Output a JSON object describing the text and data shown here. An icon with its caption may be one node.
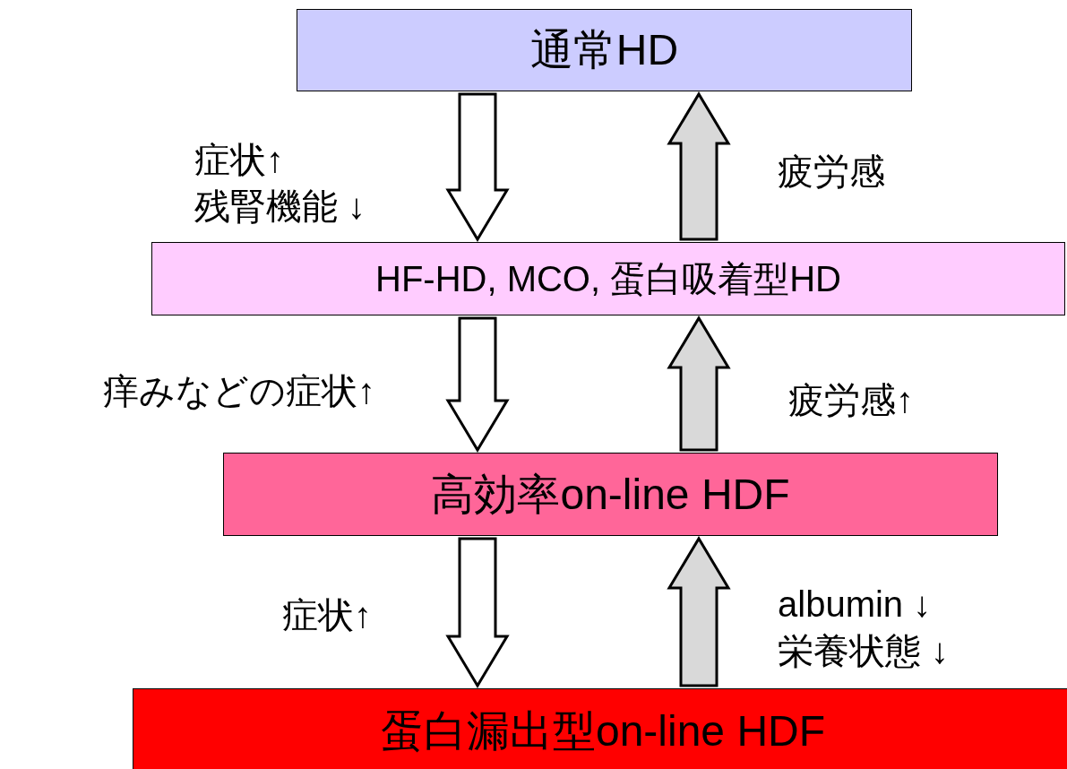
{
  "diagram": {
    "nodes": [
      {
        "text": [
          "通常HD"
        ]
      },
      {
        "text": [
          "HF-HD, MCO, 蛋白吸着型HD"
        ]
      },
      {
        "text": [
          "高効率on-line HDF"
        ]
      },
      {
        "text": [
          "蛋白漏出型on-line HDF"
        ]
      }
    ],
    "edges": [
      {
        "from": 0,
        "to": 1,
        "arrow": "to",
        "label": "症状↑ 残腎機能 ↓"
      },
      {
        "from": 1,
        "to": 0,
        "arrow": "to",
        "label": "疲労感",
        "color": "#d9d9d9"
      },
      {
        "from": 1,
        "to": 2,
        "arrow": "to",
        "label": "痒みなどの症状↑"
      },
      {
        "from": 2,
        "to": 1,
        "arrow": "to",
        "label": "疲労感↑",
        "color": "#d9d9d9"
      },
      {
        "from": 2,
        "to": 3,
        "arrow": "to",
        "label": "症状↑"
      },
      {
        "from": 3,
        "to": 2,
        "arrow": "to",
        "label": "albumin ↓ 栄養状態 ↓",
        "color": "#d9d9d9"
      }
    ]
  }
}
